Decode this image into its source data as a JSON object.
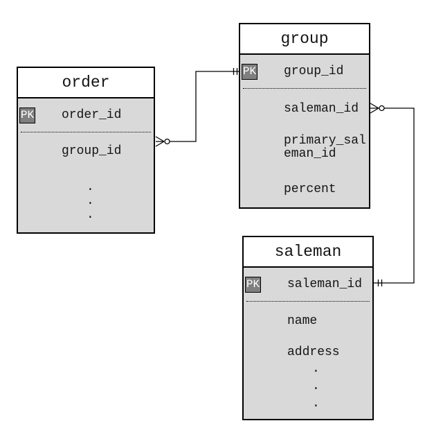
{
  "diagram": {
    "type": "entity-relationship",
    "tables": [
      {
        "name": "order",
        "pk_badge": "PK",
        "primary_key": "order_id",
        "fields": [
          "group_id"
        ],
        "ellipsis_dots": [
          ".",
          ".",
          "."
        ]
      },
      {
        "name": "group",
        "pk_badge": "PK",
        "primary_key": "group_id",
        "fields": [
          "saleman_id",
          "primary_saleman_id",
          "percent"
        ],
        "ellipsis_dots": []
      },
      {
        "name": "saleman",
        "pk_badge": "PK",
        "primary_key": "saleman_id",
        "fields": [
          "name",
          "address"
        ],
        "ellipsis_dots": [
          ".",
          ".",
          "."
        ]
      }
    ],
    "relations": [
      {
        "from_table": "order",
        "from_field": "group_id",
        "from_cardinality": "zero-or-many",
        "to_table": "group",
        "to_field": "group_id",
        "to_cardinality": "one-and-only-one"
      },
      {
        "from_table": "group",
        "from_field": "saleman_id",
        "from_cardinality": "zero-or-many",
        "to_table": "saleman",
        "to_field": "saleman_id",
        "to_cardinality": "one-and-only-one"
      }
    ],
    "colors": {
      "background": "#ffffff",
      "table_header_bg": "#ffffff",
      "table_body_bg": "#d9d9d9",
      "table_border": "#000000",
      "pk_badge_bg": "#7f7f7f",
      "pk_badge_text": "#ffffff",
      "wire": "#000000"
    }
  }
}
